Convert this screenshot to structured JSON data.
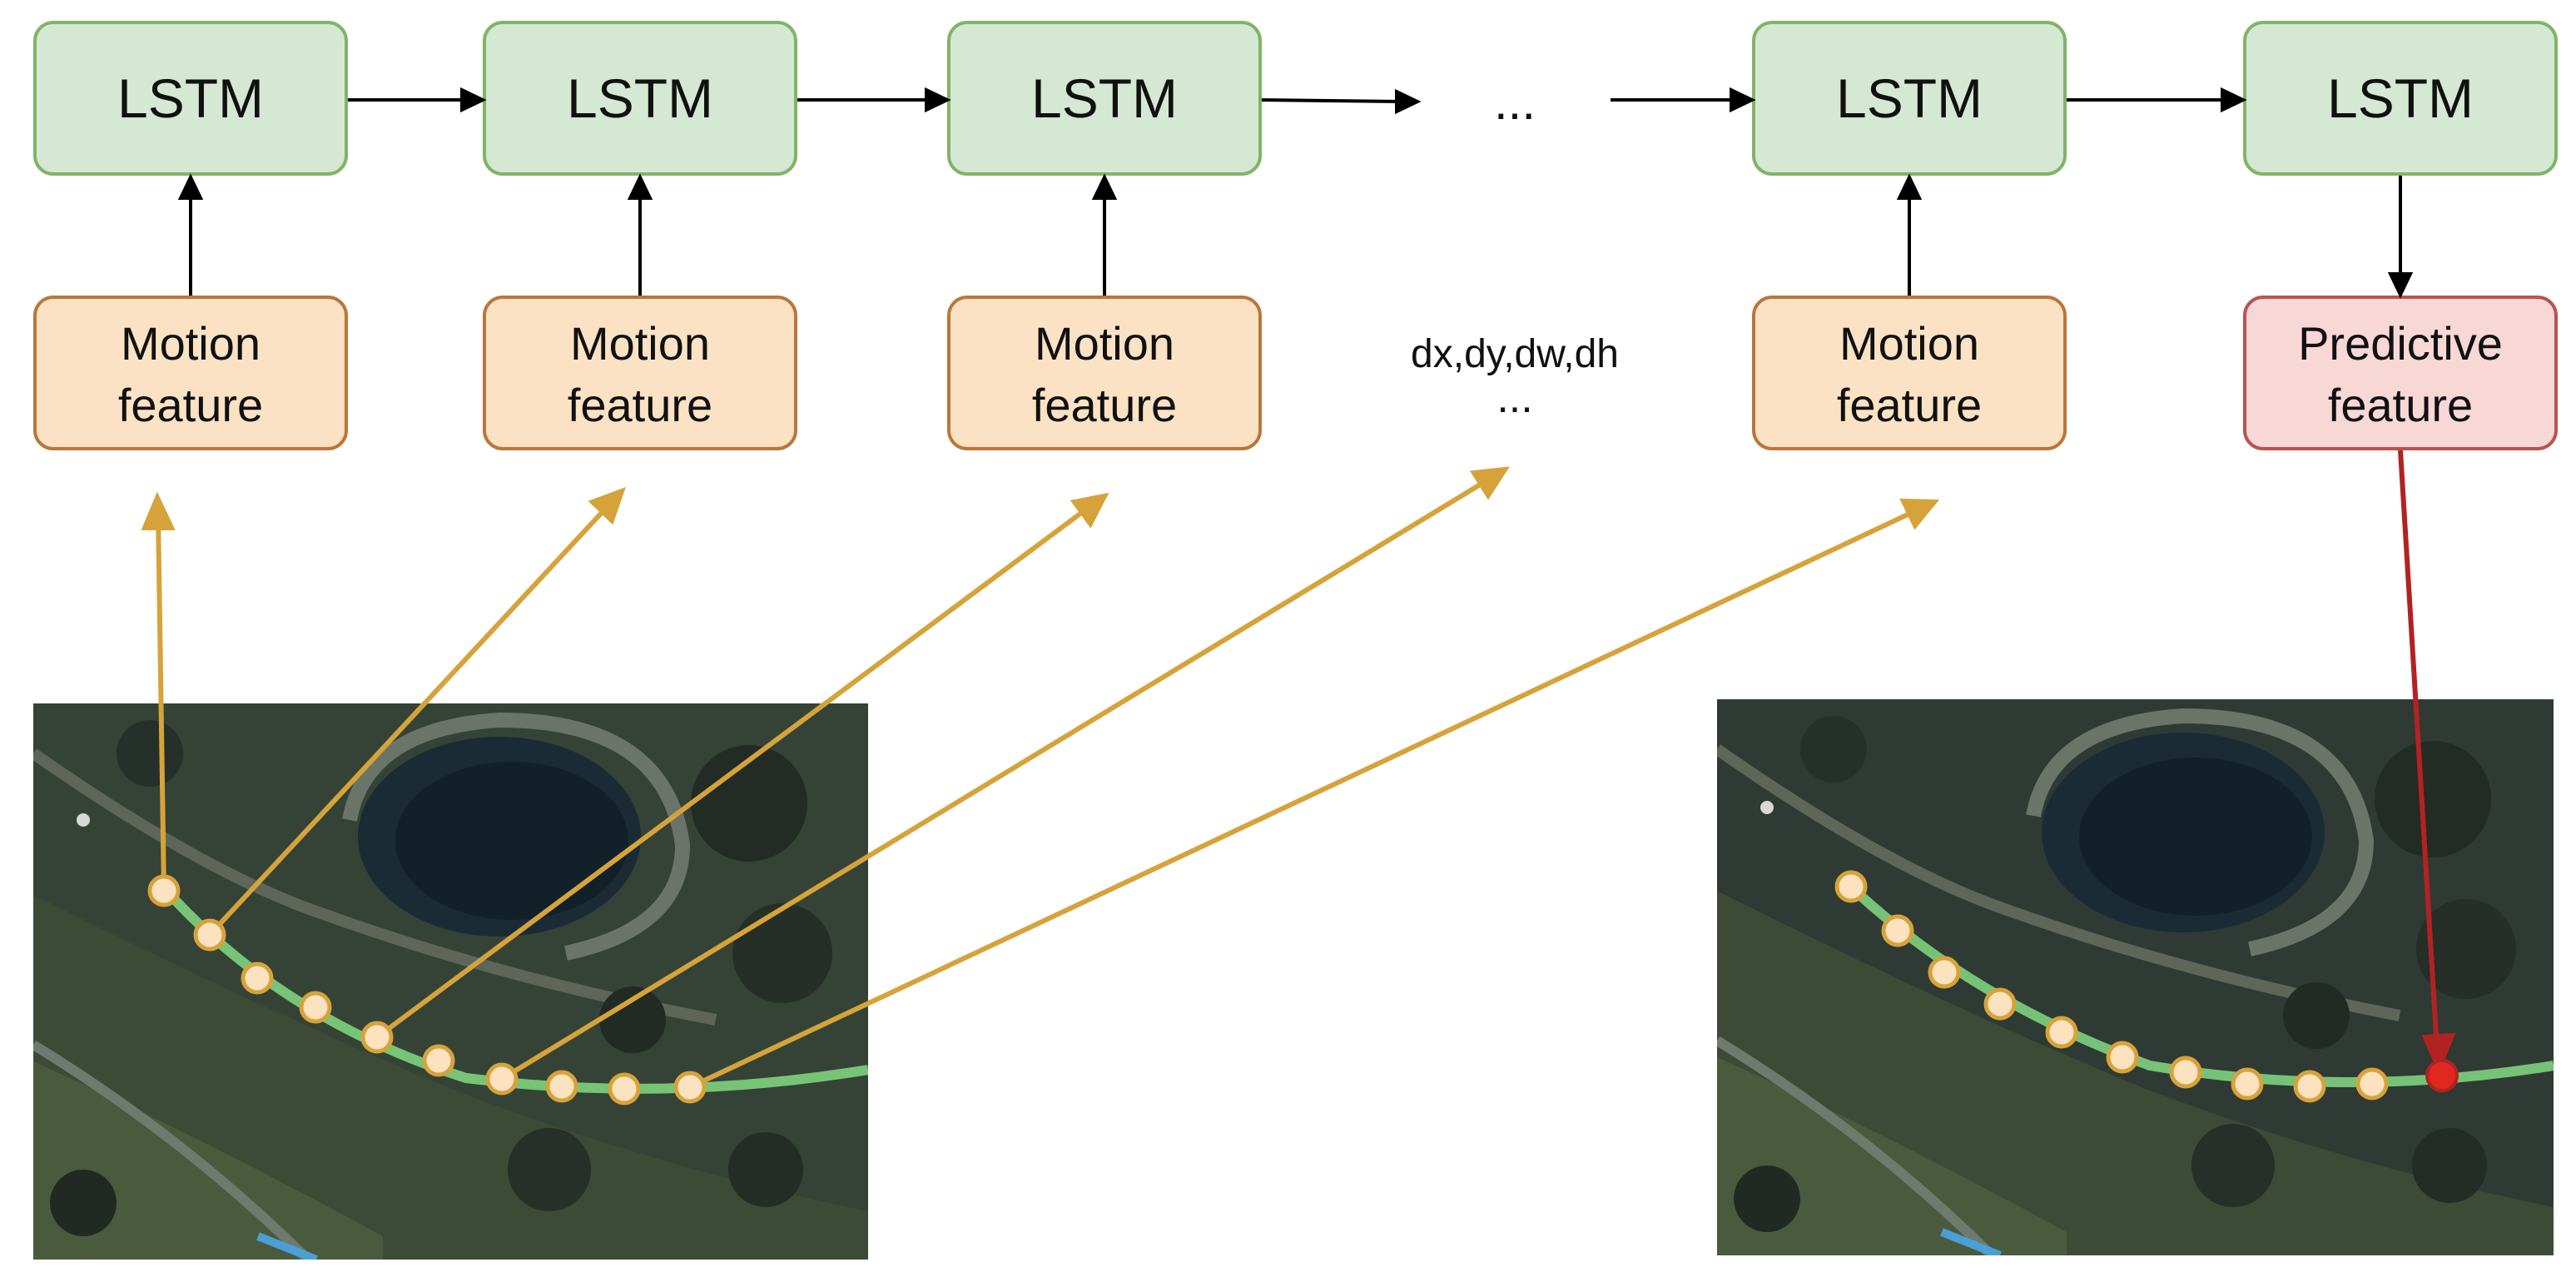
{
  "lstm_label": "LSTM",
  "motion_line1": "Motion",
  "motion_line2": "feature",
  "predictive_line1": "Predictive",
  "predictive_line2": "feature",
  "ellipsis_top": "...",
  "delta_label": "dx,dy,dw,dh",
  "ellipsis_mid": "...",
  "colors": {
    "lstm_fill": "#d5e8d4",
    "lstm_stroke": "#82b366",
    "motion_fill": "#fbe2c4",
    "motion_stroke": "#b9773b",
    "predictive_fill": "#f8d7d7",
    "predictive_stroke": "#b85450",
    "gold_arrow": "#d6a33a",
    "red_arrow": "#b22222",
    "track": "#7ed37e",
    "track_point": "#fde2c0",
    "predicted_point": "#e0281e"
  }
}
